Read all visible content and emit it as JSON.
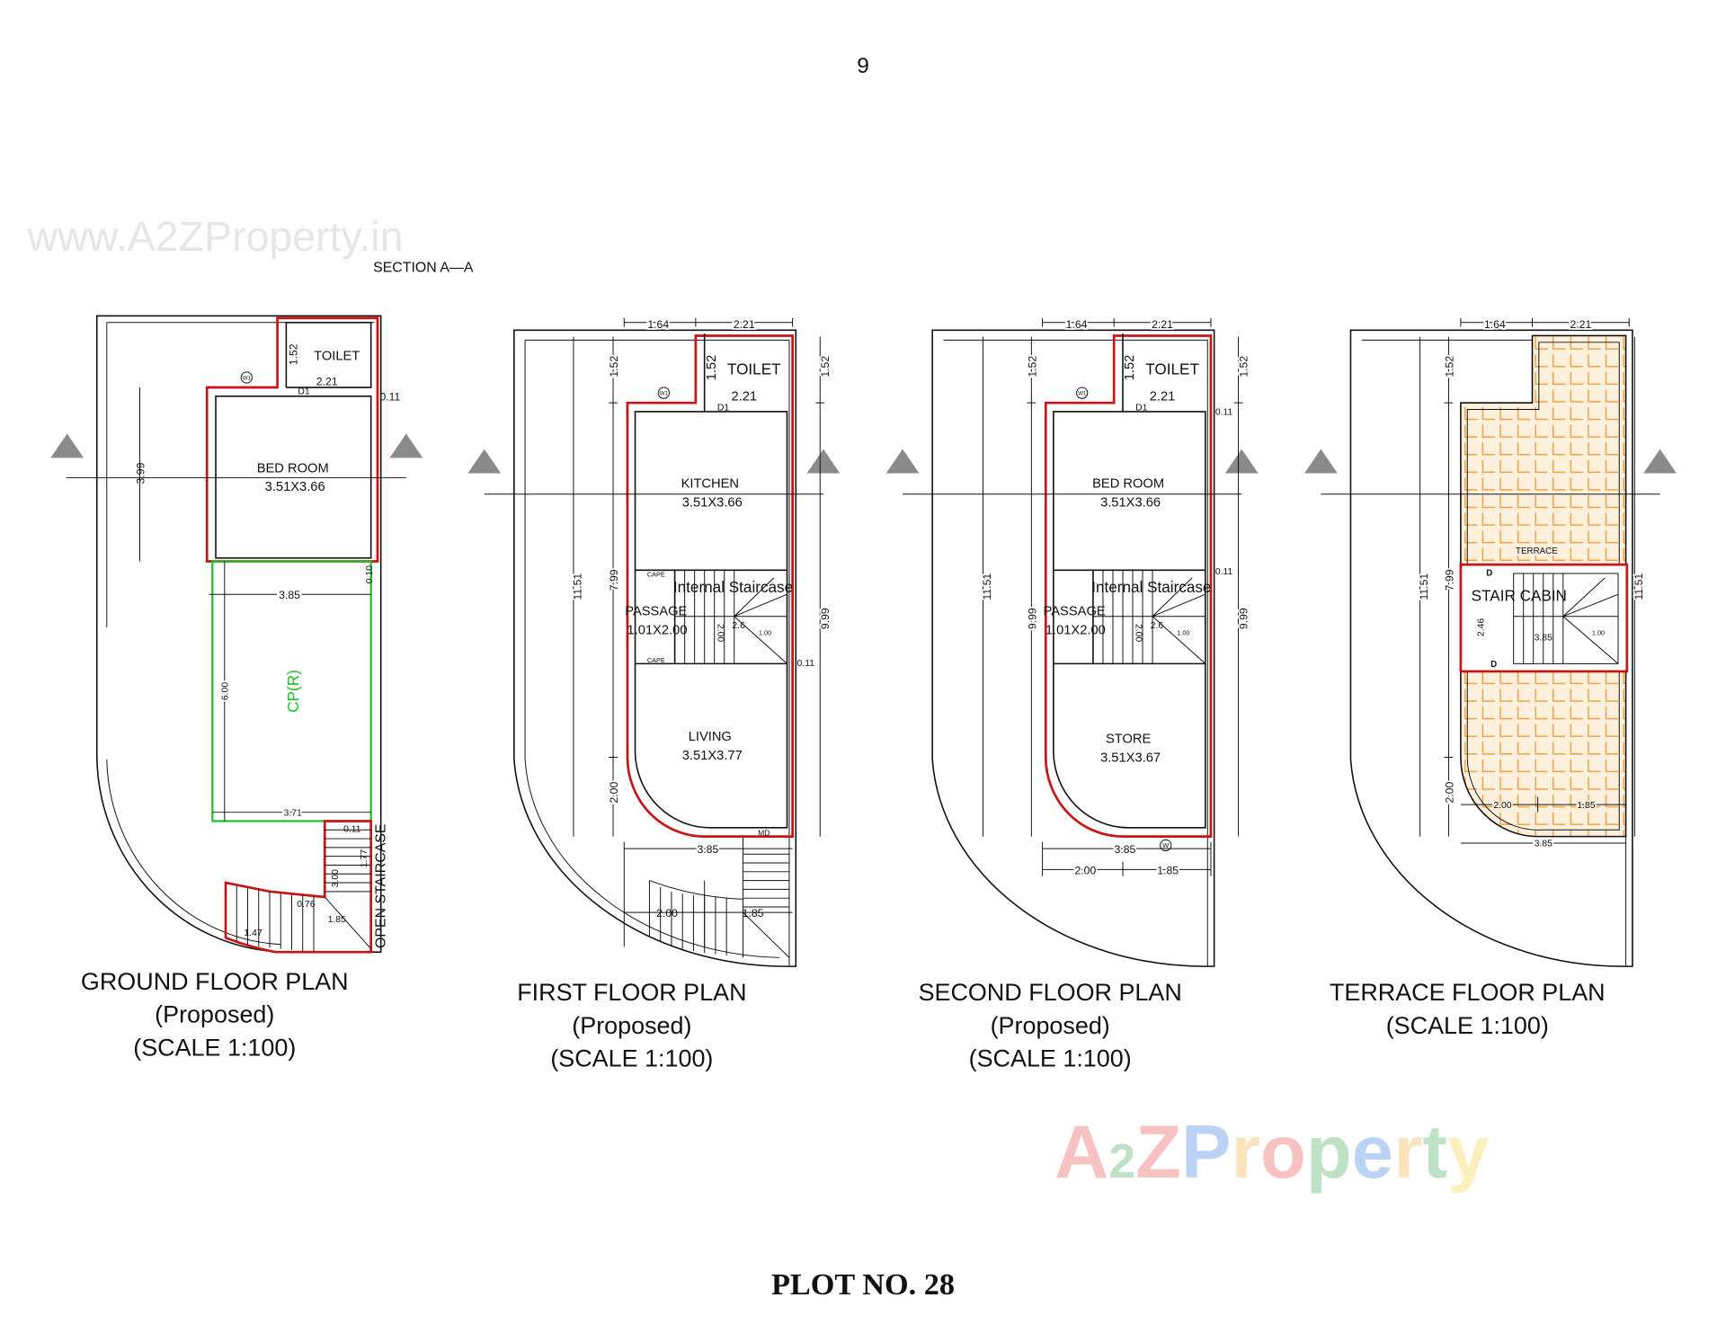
{
  "page_number": "9",
  "watermark_url": "www.A2ZProperty.in",
  "watermark_logo": "A2ZProperty",
  "section_label": "SECTION  A—A",
  "section_marker": "A",
  "footer_title": "PLOT NO. 28",
  "colors": {
    "wall_outline": "#c81414",
    "car_parking": "#1fbf2a",
    "terrace_tile": "#f0a040"
  },
  "ground": {
    "title": "GROUND FLOOR PLAN",
    "subtitle": "(Proposed)",
    "scale": "(SCALE 1:100)",
    "toilet": "TOILET",
    "toilet_h": "1.52",
    "toilet_w": "2.21",
    "door": "D1",
    "window": "W1",
    "wall": "0.11",
    "bedroom": "BED ROOM",
    "bedroom_size": "3.51X3.66",
    "bedroom_h": "3.99",
    "cp_w": "3.85",
    "cp_gap": "0.10",
    "cp": "CP(R)",
    "cp_h": "6.00",
    "cp_w2": "3.71",
    "stair": "OPEN STAIRCASE",
    "stair_a": "3.00",
    "stair_b": "1.77",
    "stair_c": "0.76",
    "stair_d": "1.85",
    "stair_e": "1.47",
    "stair_f": "0.11"
  },
  "first": {
    "title": "FIRST FLOOR PLAN",
    "subtitle": "(Proposed)",
    "scale": "(SCALE 1:100)",
    "top_a": "1.64",
    "top_b": "2.21",
    "toilet": "TOILET",
    "toilet_h": "1.52",
    "toilet_w": "2.21",
    "door": "D1",
    "window": "W1",
    "kitchen": "KITCHEN",
    "kitchen_size": "3.51X3.66",
    "staircase": "Internal Staircase",
    "passage": "PASSAGE",
    "passage_size": "1.01X2.00",
    "cape": "CAPE",
    "stair_h": "2.00",
    "stair_w": "2.6",
    "stair_land": "1.00",
    "wall": "0.11",
    "living": "LIVING",
    "living_size": "3.51X3.77",
    "main_door": "MD",
    "left_total": "11.51",
    "left_a": "1.52",
    "left_b": "7.99",
    "left_c": "2.00",
    "right_a": "1.52",
    "right_b": "9.99",
    "bottom": "3.85",
    "bottom_a": "2.00",
    "bottom_b": "1.85"
  },
  "second": {
    "title": "SECOND FLOOR PLAN",
    "subtitle": "(Proposed)",
    "scale": "(SCALE 1:100)",
    "top_a": "1.64",
    "top_b": "2.21",
    "toilet": "TOILET",
    "toilet_h": "1.52",
    "toilet_w": "2.21",
    "door": "D1",
    "window": "W1",
    "wall": "0.11",
    "bedroom": "BED ROOM",
    "bedroom_size": "3.51X3.66",
    "staircase": "Internal Staircase",
    "passage": "PASSAGE",
    "passage_size": "1.01X2.00",
    "stair_h": "2.00",
    "stair_w": "2.6",
    "stair_land": "1.00",
    "store": "STORE",
    "store_size": "3.51X3.67",
    "window_b": "W",
    "left_total": "11.51",
    "left_a": "1.52",
    "left_b": "9.99",
    "right_a": "1.52",
    "right_b": "9.99",
    "bottom": "3.85",
    "bottom_a": "2.00",
    "bottom_b": "1.85"
  },
  "terrace": {
    "title": "TERRACE FLOOR PLAN",
    "scale": "(SCALE 1:100)",
    "top_a": "1.64",
    "top_b": "2.21",
    "terrace": "TERRACE",
    "cabin": "STAIR CABIN",
    "door": "D",
    "cabin_h": "2.46",
    "cabin_w": "3.85",
    "land": "1.00",
    "left_total": "11.51",
    "left_a": "1.52",
    "left_b": "7.99",
    "left_c": "2.00",
    "right_total": "11.51",
    "bottom": "3.85",
    "bottom_a": "2.00",
    "bottom_b": "1.85"
  }
}
